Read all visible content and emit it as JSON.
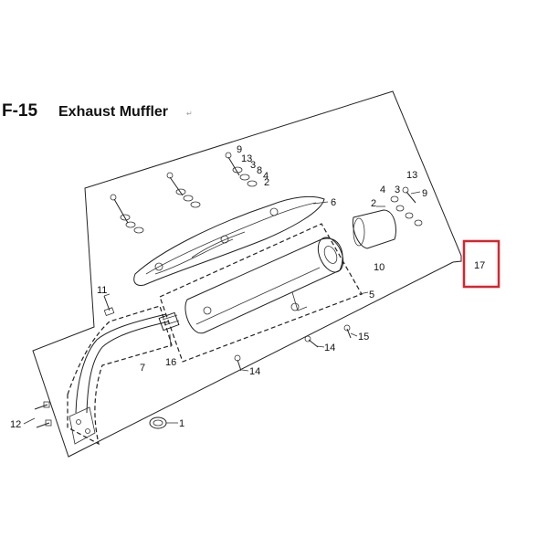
{
  "header": {
    "code": "F-15",
    "title": "Exhaust Muffler"
  },
  "paragraph_mark": "↵",
  "callouts": [
    {
      "id": "1",
      "text": "1"
    },
    {
      "id": "2a",
      "text": "2"
    },
    {
      "id": "2b",
      "text": "2"
    },
    {
      "id": "3a",
      "text": "3"
    },
    {
      "id": "3b",
      "text": "3"
    },
    {
      "id": "4a",
      "text": "4"
    },
    {
      "id": "4b",
      "text": "4"
    },
    {
      "id": "5",
      "text": "5"
    },
    {
      "id": "6",
      "text": "6"
    },
    {
      "id": "7",
      "text": "7"
    },
    {
      "id": "8",
      "text": "8"
    },
    {
      "id": "9a",
      "text": "9"
    },
    {
      "id": "9b",
      "text": "9"
    },
    {
      "id": "10",
      "text": "10"
    },
    {
      "id": "11",
      "text": "11"
    },
    {
      "id": "12",
      "text": "12"
    },
    {
      "id": "13a",
      "text": "13"
    },
    {
      "id": "13b",
      "text": "13"
    },
    {
      "id": "14a",
      "text": "14"
    },
    {
      "id": "14b",
      "text": "14"
    },
    {
      "id": "15",
      "text": "15"
    },
    {
      "id": "16",
      "text": "16"
    },
    {
      "id": "17",
      "text": "17"
    }
  ],
  "highlight": {
    "target": "17",
    "color": "#d9232e"
  }
}
